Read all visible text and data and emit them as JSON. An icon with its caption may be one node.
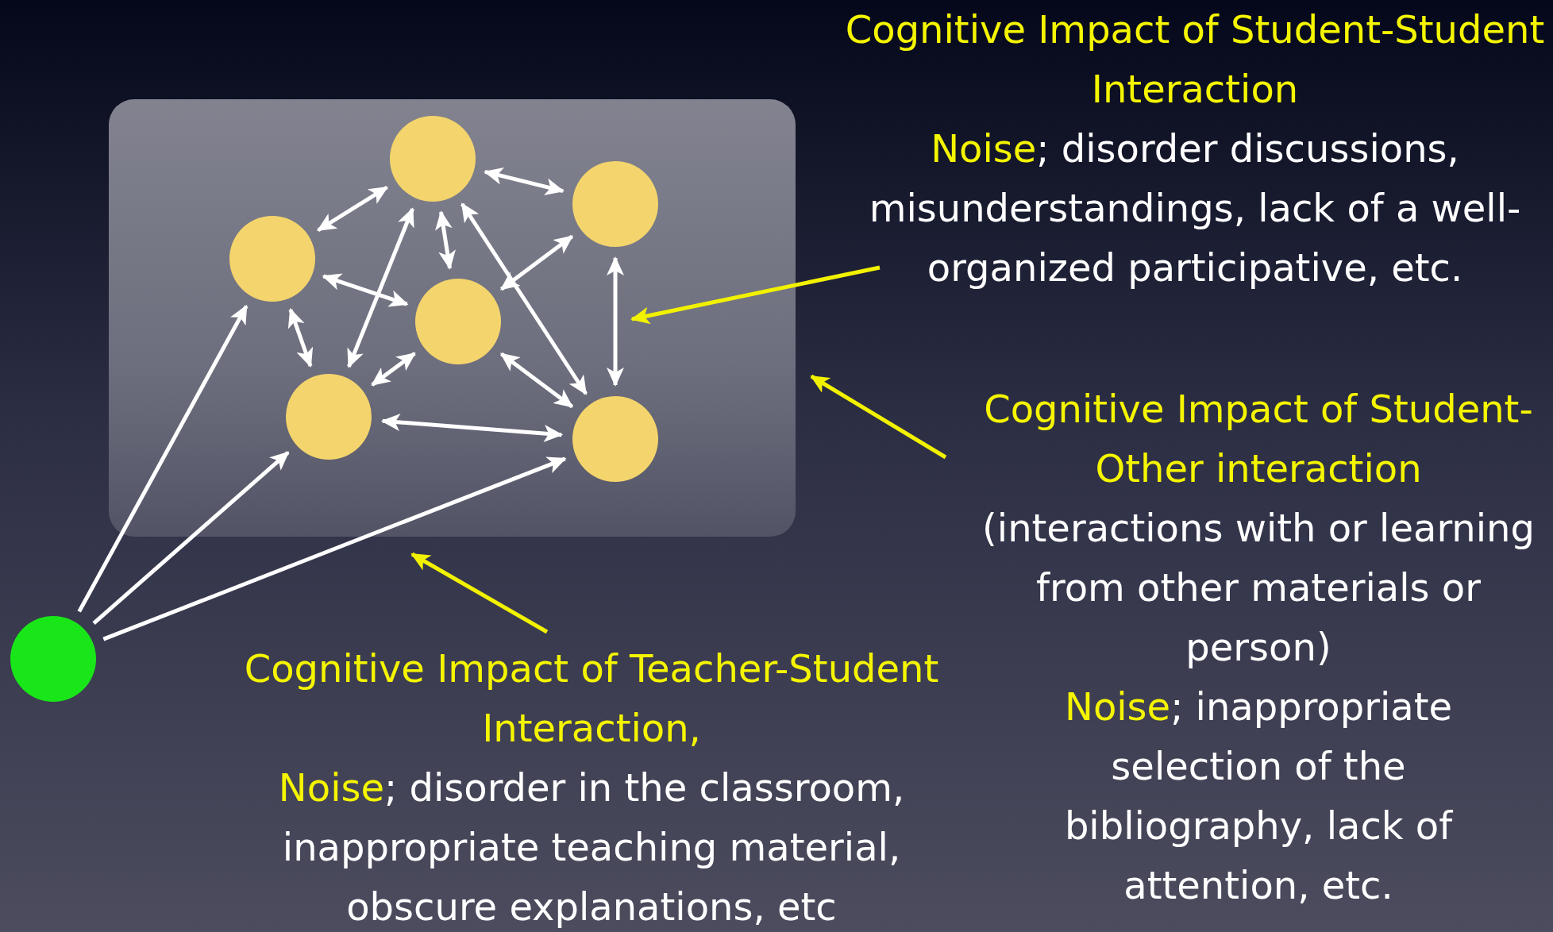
{
  "diagram": {
    "nodes": [
      {
        "text": [],
        "shape": "box"
      },
      {
        "text": [],
        "shape": "circle",
        "in": 0
      },
      {
        "text": [],
        "shape": "circle",
        "in": 0
      },
      {
        "text": [],
        "shape": "circle",
        "in": 0
      },
      {
        "text": [],
        "shape": "circle",
        "in": 0
      },
      {
        "text": [],
        "shape": "circle",
        "in": 0
      },
      {
        "text": [],
        "shape": "circle",
        "in": 0
      },
      {
        "text": [],
        "shape": "circle"
      },
      {
        "text": [
          "Cognitive Impact of Student-Student Interaction",
          "Noise",
          "; disorder discussions, misunderstandings, lack of a well-organized participative, etc."
        ]
      },
      {
        "text": [
          "Cognitive Impact of Student-Other interaction",
          "(interactions with or learning from other materials or person)",
          "Noise",
          "; inappropriate selection of the bibliography, lack of attention, etc."
        ]
      },
      {
        "text": [
          "Cognitive Impact of Teacher-Student Interaction,",
          "Noise",
          "; disorder in the classroom, inappropriate teaching material, obscure explanations, etc"
        ]
      }
    ],
    "edges": [
      {
        "from": 1,
        "to": 2,
        "arrow": "both"
      },
      {
        "from": 1,
        "to": 3,
        "arrow": "both"
      },
      {
        "from": 1,
        "to": 4,
        "arrow": "both"
      },
      {
        "from": 1,
        "to": 5,
        "arrow": "both"
      },
      {
        "from": 1,
        "to": 6,
        "arrow": "both"
      },
      {
        "from": 2,
        "to": 4,
        "arrow": "both"
      },
      {
        "from": 2,
        "to": 5,
        "arrow": "both"
      },
      {
        "from": 3,
        "to": 4,
        "arrow": "both"
      },
      {
        "from": 3,
        "to": 6,
        "arrow": "both"
      },
      {
        "from": 4,
        "to": 5,
        "arrow": "both"
      },
      {
        "from": 4,
        "to": 6,
        "arrow": "both"
      },
      {
        "from": 5,
        "to": 6,
        "arrow": "both"
      },
      {
        "from": 7,
        "to": 2,
        "arrow": "to"
      },
      {
        "from": 7,
        "to": 5,
        "arrow": "to"
      },
      {
        "from": 7,
        "to": 6,
        "arrow": "to"
      },
      {
        "from": 8,
        "to": 0,
        "arrow": "to",
        "color": "#f2f200"
      },
      {
        "from": 9,
        "to": 0,
        "arrow": "to",
        "color": "#f2f200"
      },
      {
        "from": 10,
        "to": 0,
        "arrow": "to",
        "color": "#f2f200"
      }
    ]
  }
}
